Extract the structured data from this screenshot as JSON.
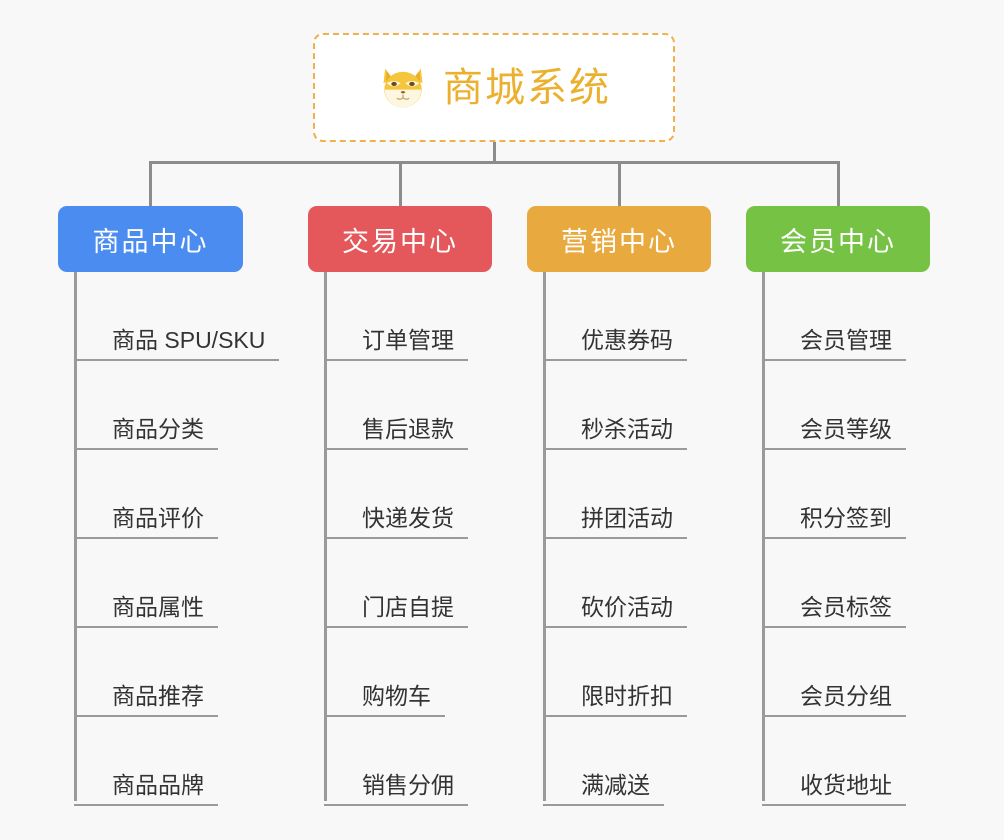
{
  "background_color": "#f8f8f8",
  "root": {
    "title": "商城系统",
    "icon": "shiba-dog-face-icon",
    "text_color": "#ecb02f",
    "border_color": "#f0b04a",
    "background_color": "#ffffff"
  },
  "branches": [
    {
      "title": "商品中心",
      "color": "#4a8cf0",
      "items": [
        {
          "label": "商品 SPU/SKU"
        },
        {
          "label": "商品分类"
        },
        {
          "label": "商品评价"
        },
        {
          "label": "商品属性"
        },
        {
          "label": "商品推荐"
        },
        {
          "label": "商品品牌"
        }
      ]
    },
    {
      "title": "交易中心",
      "color": "#e4575a",
      "items": [
        {
          "label": "订单管理"
        },
        {
          "label": "售后退款"
        },
        {
          "label": "快递发货"
        },
        {
          "label": "门店自提"
        },
        {
          "label": "购物车"
        },
        {
          "label": "销售分佣"
        }
      ]
    },
    {
      "title": "营销中心",
      "color": "#e8a93e",
      "items": [
        {
          "label": "优惠券码"
        },
        {
          "label": "秒杀活动"
        },
        {
          "label": "拼团活动"
        },
        {
          "label": "砍价活动"
        },
        {
          "label": "限时折扣"
        },
        {
          "label": "满减送"
        }
      ]
    },
    {
      "title": "会员中心",
      "color": "#76c244",
      "items": [
        {
          "label": "会员管理"
        },
        {
          "label": "会员等级"
        },
        {
          "label": "积分签到"
        },
        {
          "label": "会员标签"
        },
        {
          "label": "会员分组"
        },
        {
          "label": "收货地址"
        }
      ]
    }
  ],
  "connector_color": "#8c8c8c"
}
